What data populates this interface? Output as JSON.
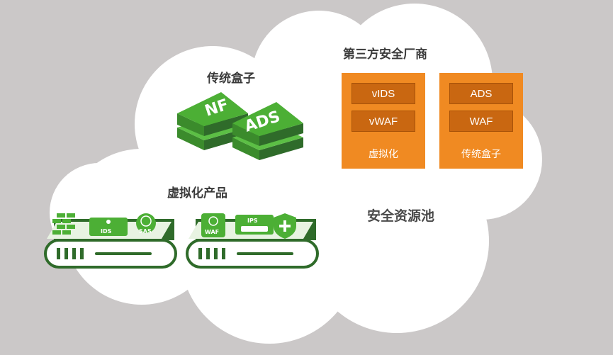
{
  "legacy_boxes": {
    "title": "传统盒子",
    "box1": "NF",
    "box2": "ADS"
  },
  "virtual_products": {
    "title": "虚拟化产品",
    "appliance1": {
      "badges": [
        "IDS",
        "SAS"
      ]
    },
    "appliance2": {
      "badges": [
        "WAF",
        "IPS"
      ]
    }
  },
  "third_party": {
    "title": "第三方安全厂商",
    "cards": [
      {
        "chips": [
          "vIDS",
          "vWAF"
        ],
        "caption": "虚拟化"
      },
      {
        "chips": [
          "ADS",
          "WAF"
        ],
        "caption": "传统盒子"
      }
    ]
  },
  "pool_label": "安全资源池",
  "colors": {
    "background": "#cbc8c8",
    "cloud": "#ffffff",
    "green": "#4caf35",
    "dark_green": "#2f6b2a",
    "orange": "#f08a22",
    "orange_dark": "#c96711"
  }
}
